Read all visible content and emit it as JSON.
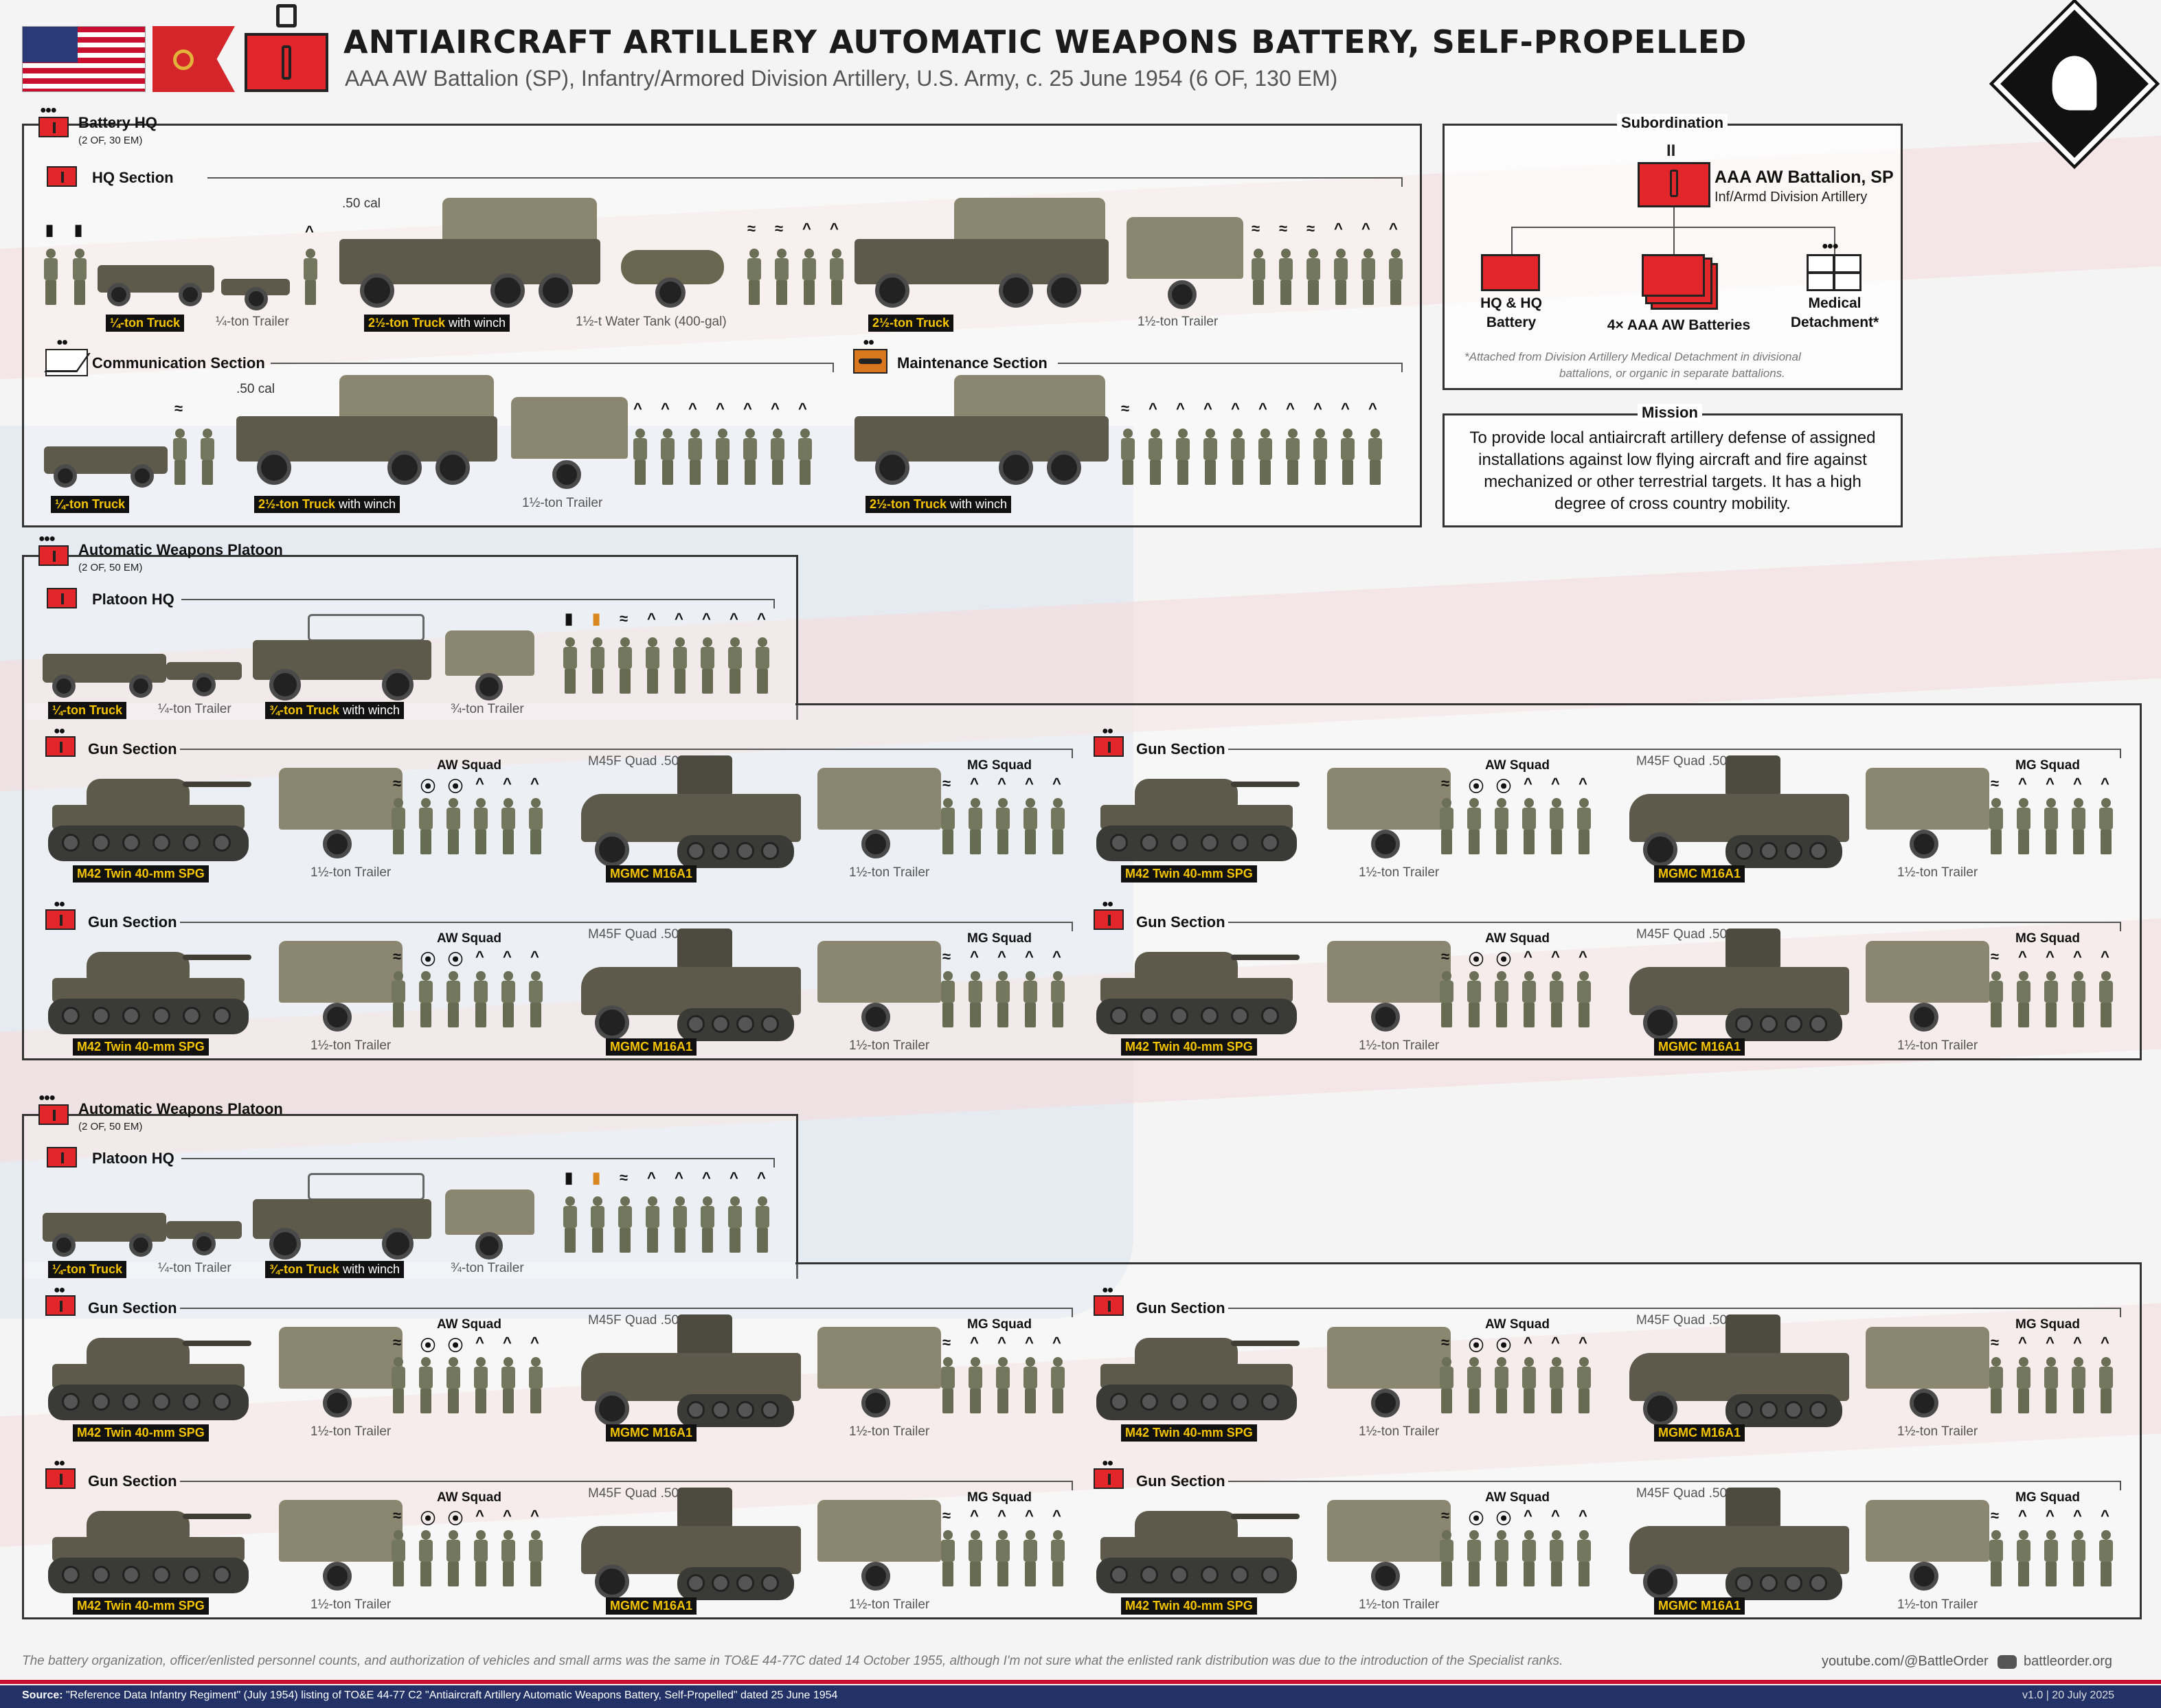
{
  "header": {
    "title": "Antiaircraft Artillery Automatic Weapons Battery, Self-Propelled",
    "subtitle": "AAA AW Battalion (SP), Infantry/Armored Division Artillery, U.S. Army, c. 25 June 1954 (6 OF, 130 EM)"
  },
  "battery_hq": {
    "title": "Battery HQ",
    "strength": "(2 OF, 30 EM)",
    "hq_section": {
      "title": "HQ Section",
      "cal_label": ".50 cal",
      "items": [
        {
          "tag": "¼-ton Truck",
          "suffix": ""
        },
        {
          "caption": "¼-ton Trailer"
        },
        {
          "tag": "2½-ton Truck",
          "suffix": " with winch"
        },
        {
          "caption": "1½-t Water Tank (400-gal)"
        },
        {
          "tag": "2½-ton Truck",
          "suffix": ""
        },
        {
          "caption": "1½-ton Trailer"
        }
      ]
    },
    "comm_section": {
      "title": "Communication Section",
      "cal_label": ".50 cal",
      "tag1": "¼-ton Truck",
      "tag2": "2½-ton Truck",
      "tag2_suffix": " with winch",
      "caption": "1½-ton Trailer"
    },
    "maint_section": {
      "title": "Maintenance Section",
      "tag": "2½-ton Truck",
      "tag_suffix": " with winch"
    }
  },
  "subordination": {
    "title": "Subordination",
    "parent": "AAA AW Battalion, SP",
    "parent_sub": "Inf/Armd Division Artillery",
    "children": [
      {
        "label": "HQ & HQ\nBattery"
      },
      {
        "label": "4× AAA AW Batteries"
      },
      {
        "label": "Medical\nDetachment*"
      }
    ],
    "footnote_1": "*Attached from Division Artillery Medical Detachment in divisional",
    "footnote_2": "battalions, or organic in separate battalions."
  },
  "mission": {
    "title": "Mission",
    "text_1": "To provide local antiaircraft artillery defense of assigned",
    "text_2": "installations against low flying aircraft and fire against",
    "text_3": "mechanized or other terrestrial targets. It has a high",
    "text_4": "degree of cross country mobility."
  },
  "platoon": {
    "title": "Automatic Weapons Platoon",
    "strength": "(2 OF, 50 EM)",
    "hq_title": "Platoon HQ",
    "tag1": "¼-ton Truck",
    "cap1": "¼-ton Trailer",
    "tag2": "¾-ton Truck",
    "tag2_suffix": " with winch",
    "cap2": "¾-ton Trailer"
  },
  "gun_section": {
    "title": "Gun Section",
    "aw_squad": "AW Squad",
    "mg_squad": "MG Squad",
    "m45": "M45F Quad .50",
    "m42": "M42 Twin 40-mm SPG",
    "m16": "MGMC M16A1",
    "trailer": "1½-ton Trailer"
  },
  "footer": {
    "note": "The battery organization, officer/enlisted personnel counts, and authorization of vehicles and small arms was the same in TO&E 44-77C dated 14 October 1955, although I'm not sure what the enlisted rank distribution was due to the introduction of the Specialist ranks.",
    "youtube": "youtube.com/@BattleOrder",
    "site": "battleorder.org",
    "source_label": "Source:",
    "source": "\"Reference Data Infantry Regiment\" (July 1954) listing of TO&E 44-77 C2 \"Antiaircraft Artillery Automatic Weapons Battery, Self-Propelled\" dated 25 June 1954",
    "version": "v1.0 | 20 July 2025"
  },
  "colors": {
    "accent": "#e3262a",
    "tag_bg": "#111111",
    "tag_text": "#f5c400",
    "maint": "#d9771e"
  }
}
